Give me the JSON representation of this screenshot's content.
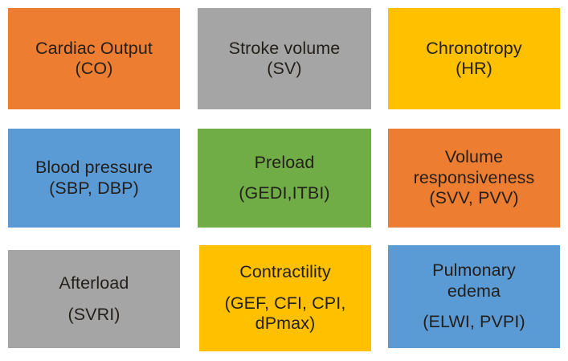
{
  "diagram": {
    "type": "grid-of-labeled-boxes",
    "columns": 3,
    "rows": 3,
    "background": "#ffffff",
    "text_color": "#231f1a",
    "palette": {
      "orange": "#ED7D31",
      "gray": "#A5A5A5",
      "yellow": "#FFC000",
      "blue": "#5B9BD5",
      "green": "#70AD47"
    },
    "cells": [
      {
        "id": "cardiac-output",
        "color": "#ED7D31",
        "color_name": "orange",
        "lines": [
          "Cardiac Output",
          "(CO)"
        ],
        "title": "Cardiac Output",
        "abbrev": "(CO)",
        "row": 1,
        "column": 1
      },
      {
        "id": "stroke-volume",
        "color": "#A5A5A5",
        "color_name": "gray",
        "lines": [
          "Stroke volume",
          "(SV)"
        ],
        "title": "Stroke volume",
        "abbrev": "(SV)",
        "row": 1,
        "column": 2
      },
      {
        "id": "chronotropy",
        "color": "#FFC000",
        "color_name": "yellow",
        "lines": [
          "Chronotropy",
          "(HR)"
        ],
        "title": "Chronotropy",
        "abbrev": "(HR)",
        "row": 1,
        "column": 3
      },
      {
        "id": "blood-pressure",
        "color": "#5B9BD5",
        "color_name": "blue",
        "lines": [
          "Blood pressure",
          "(SBP, DBP)"
        ],
        "title": "Blood pressure",
        "abbrev": "(SBP, DBP)",
        "row": 2,
        "column": 1
      },
      {
        "id": "preload",
        "color": "#70AD47",
        "color_name": "green",
        "lines": [
          "Preload",
          "(GEDI,ITBI)"
        ],
        "title": "Preload",
        "abbrev": "(GEDI,ITBI)",
        "row": 2,
        "column": 2
      },
      {
        "id": "volume-responsiveness",
        "color": "#ED7D31",
        "color_name": "orange",
        "lines": [
          "Volume",
          "responsiveness",
          "(SVV, PVV)"
        ],
        "title": "Volume responsiveness",
        "abbrev": "(SVV, PVV)",
        "row": 2,
        "column": 3
      },
      {
        "id": "afterload",
        "color": "#A5A5A5",
        "color_name": "gray",
        "lines": [
          "Afterload",
          "(SVRI)"
        ],
        "title": "Afterload",
        "abbrev": "(SVRI)",
        "row": 3,
        "column": 1
      },
      {
        "id": "contractility",
        "color": "#FFC000",
        "color_name": "yellow",
        "lines": [
          "Contractility",
          "(GEF, CFI, CPI,",
          "dPmax)"
        ],
        "title": "Contractility",
        "abbrev": "(GEF, CFI, CPI, dPmax)",
        "row": 3,
        "column": 2
      },
      {
        "id": "pulmonary-edema",
        "color": "#5B9BD5",
        "color_name": "blue",
        "lines": [
          "Pulmonary",
          "edema",
          "(ELWI, PVPI)"
        ],
        "title": "Pulmonary edema",
        "abbrev": "(ELWI, PVPI)",
        "row": 3,
        "column": 3
      }
    ]
  }
}
